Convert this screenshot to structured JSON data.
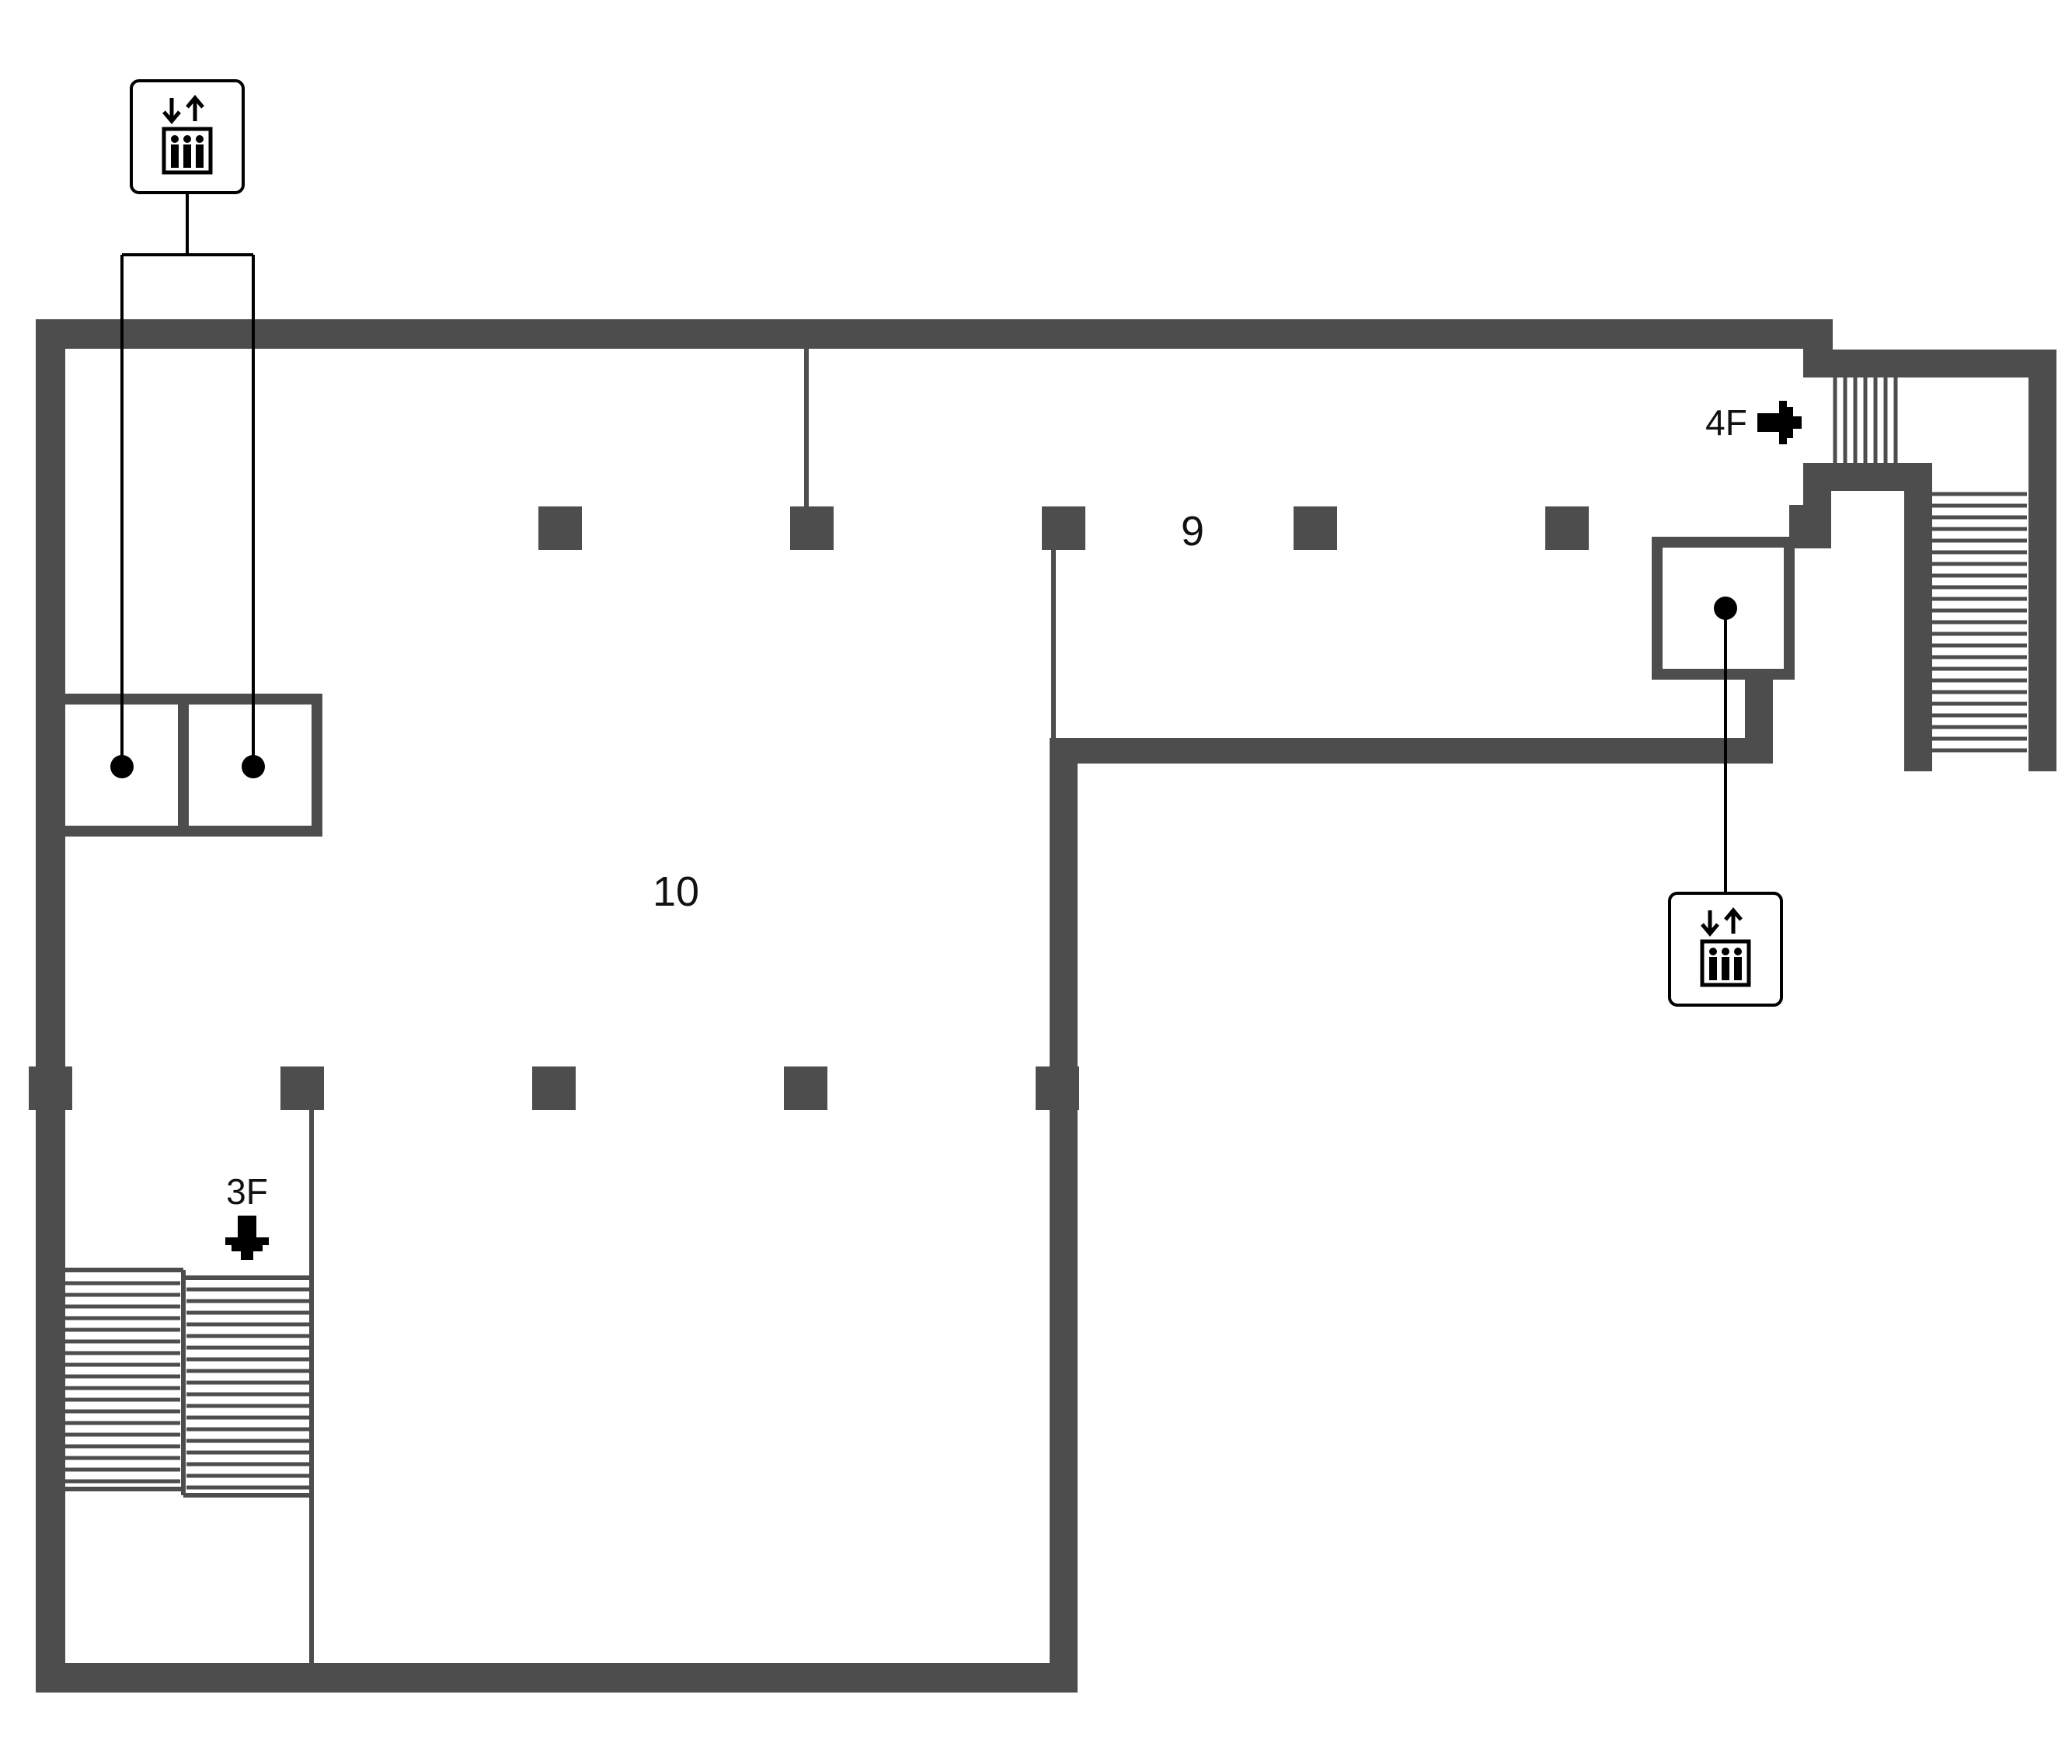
{
  "map": {
    "rooms": [
      {
        "id": "room-9",
        "label": "9"
      },
      {
        "id": "room-10",
        "label": "10"
      }
    ],
    "stair_labels": {
      "down": "3F",
      "up": "4F"
    },
    "icons": [
      "elevator-icon",
      "elevator-icon"
    ],
    "colors": {
      "wall": "#4d4d4d",
      "leader": "#000000",
      "background": "#ffffff"
    }
  }
}
